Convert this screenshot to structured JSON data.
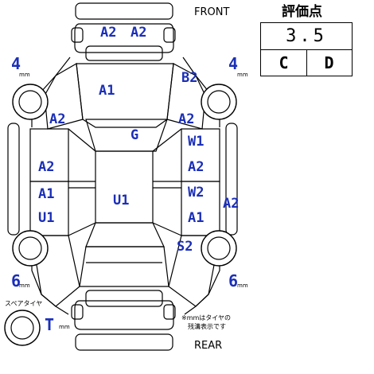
{
  "labels": {
    "front": "FRONT",
    "rear": "REAR",
    "spare_tire": "スペアタイヤ",
    "note_line1": "※mmはタイヤの",
    "note_line2": "残溝表示です",
    "mm": "mm"
  },
  "score": {
    "title": "評価点",
    "overall": "3.5",
    "interior": "C",
    "exterior": "D"
  },
  "tires": {
    "front_left": "4",
    "front_right": "4",
    "rear_left": "6",
    "rear_right": "6",
    "spare": "T"
  },
  "damage_codes": {
    "front_bumper_left": "A2",
    "front_bumper_right": "A2",
    "hood": "A1",
    "right_front_fender": "B2",
    "left_front_fender": "A2",
    "right_pillar_top": "A2",
    "windshield": "G",
    "right_front_door_upper": "W1",
    "right_front_door_lower": "A2",
    "left_front_door": "A2",
    "right_rear_door_upper": "W2",
    "right_rear_door_lower": "A1",
    "right_rocker": "A2",
    "roof": "U1",
    "left_rear_door_upper": "A1",
    "left_rear_door_lower": "U1",
    "right_rear_fender": "S2"
  },
  "colors": {
    "code_text": "#1b2fb8",
    "outline": "#000000"
  }
}
